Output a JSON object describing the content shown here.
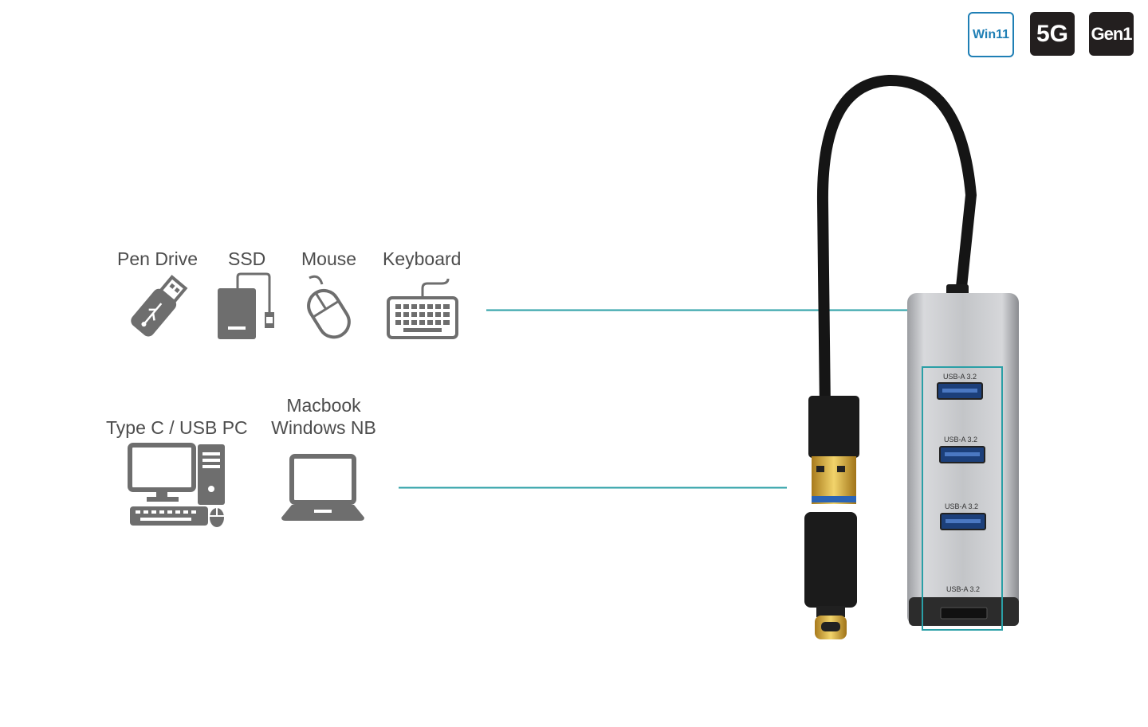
{
  "badges": {
    "win": "Win11",
    "speed": "5G",
    "gen": "Gen1"
  },
  "devices": {
    "pen_drive": "Pen Drive",
    "ssd": "SSD",
    "mouse": "Mouse",
    "keyboard": "Keyboard",
    "pc": "Type C / USB PC",
    "laptop_line1": "Macbook",
    "laptop_line2": "Windows NB"
  },
  "ports": [
    {
      "label": "USB-A 3.2"
    },
    {
      "label": "USB-A 3.2"
    },
    {
      "label": "USB-A 3.2"
    },
    {
      "label": "USB-A 3.2"
    }
  ],
  "colors": {
    "accent_line": "#2a9fa6",
    "icon_gray": "#6e6e6e",
    "badge_blue": "#1f7fb5",
    "badge_dark": "#231f1f"
  }
}
